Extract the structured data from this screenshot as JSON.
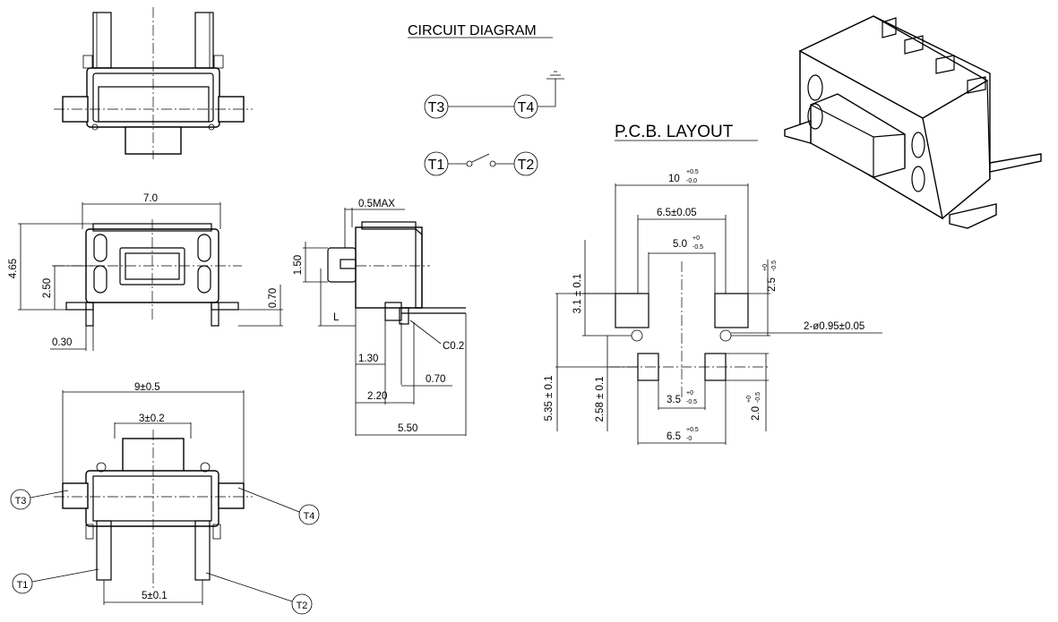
{
  "circuit": {
    "title": "CIRCUIT DIAGRAM",
    "terminals": {
      "t1": "T1",
      "t2": "T2",
      "t3": "T3",
      "t4": "T4"
    }
  },
  "pcb": {
    "title": "P.C.B. LAYOUT",
    "dims": {
      "w10": "10",
      "w10_tol_up": "+0.5",
      "w10_tol_dn": "-0.0",
      "w65": "6.5±0.05",
      "w50": "5.0",
      "w50_tol_up": "+0",
      "w50_tol_dn": "-0.5",
      "h31": "3.1 ± 0.1",
      "h25": "2.5",
      "h25_tol_up": "+0",
      "h25_tol_dn": "-0.5",
      "hole": "2-ø0.95±0.05",
      "h535": "5.35 ± 0.1",
      "h258": "2.58 ± 0.1",
      "w35": "3.5",
      "w35_tol_up": "+0",
      "w35_tol_dn": "-0.5",
      "h20": "2.0",
      "h20_tol_up": "+0",
      "h20_tol_dn": "-0.5",
      "w65b": "6.5",
      "w65b_tol_up": "+0.5",
      "w65b_tol_dn": "-0"
    }
  },
  "front": {
    "dims": {
      "width": "7.0",
      "height": "4.65",
      "mid": "2.50",
      "foot": "0.70",
      "pin": "0.30"
    }
  },
  "side": {
    "dims": {
      "max": "0.5MAX",
      "h150": "1.50",
      "l": "L",
      "c02": "C0.2",
      "d130": "1.30",
      "d070": "0.70",
      "d220": "2.20",
      "d550": "5.50"
    }
  },
  "bottom": {
    "dims": {
      "outer": "9±0.5",
      "inner": "3±0.2",
      "pitch": "5±0.1"
    },
    "terminals": {
      "t1": "T1",
      "t2": "T2",
      "t3": "T3",
      "t4": "T4"
    }
  }
}
